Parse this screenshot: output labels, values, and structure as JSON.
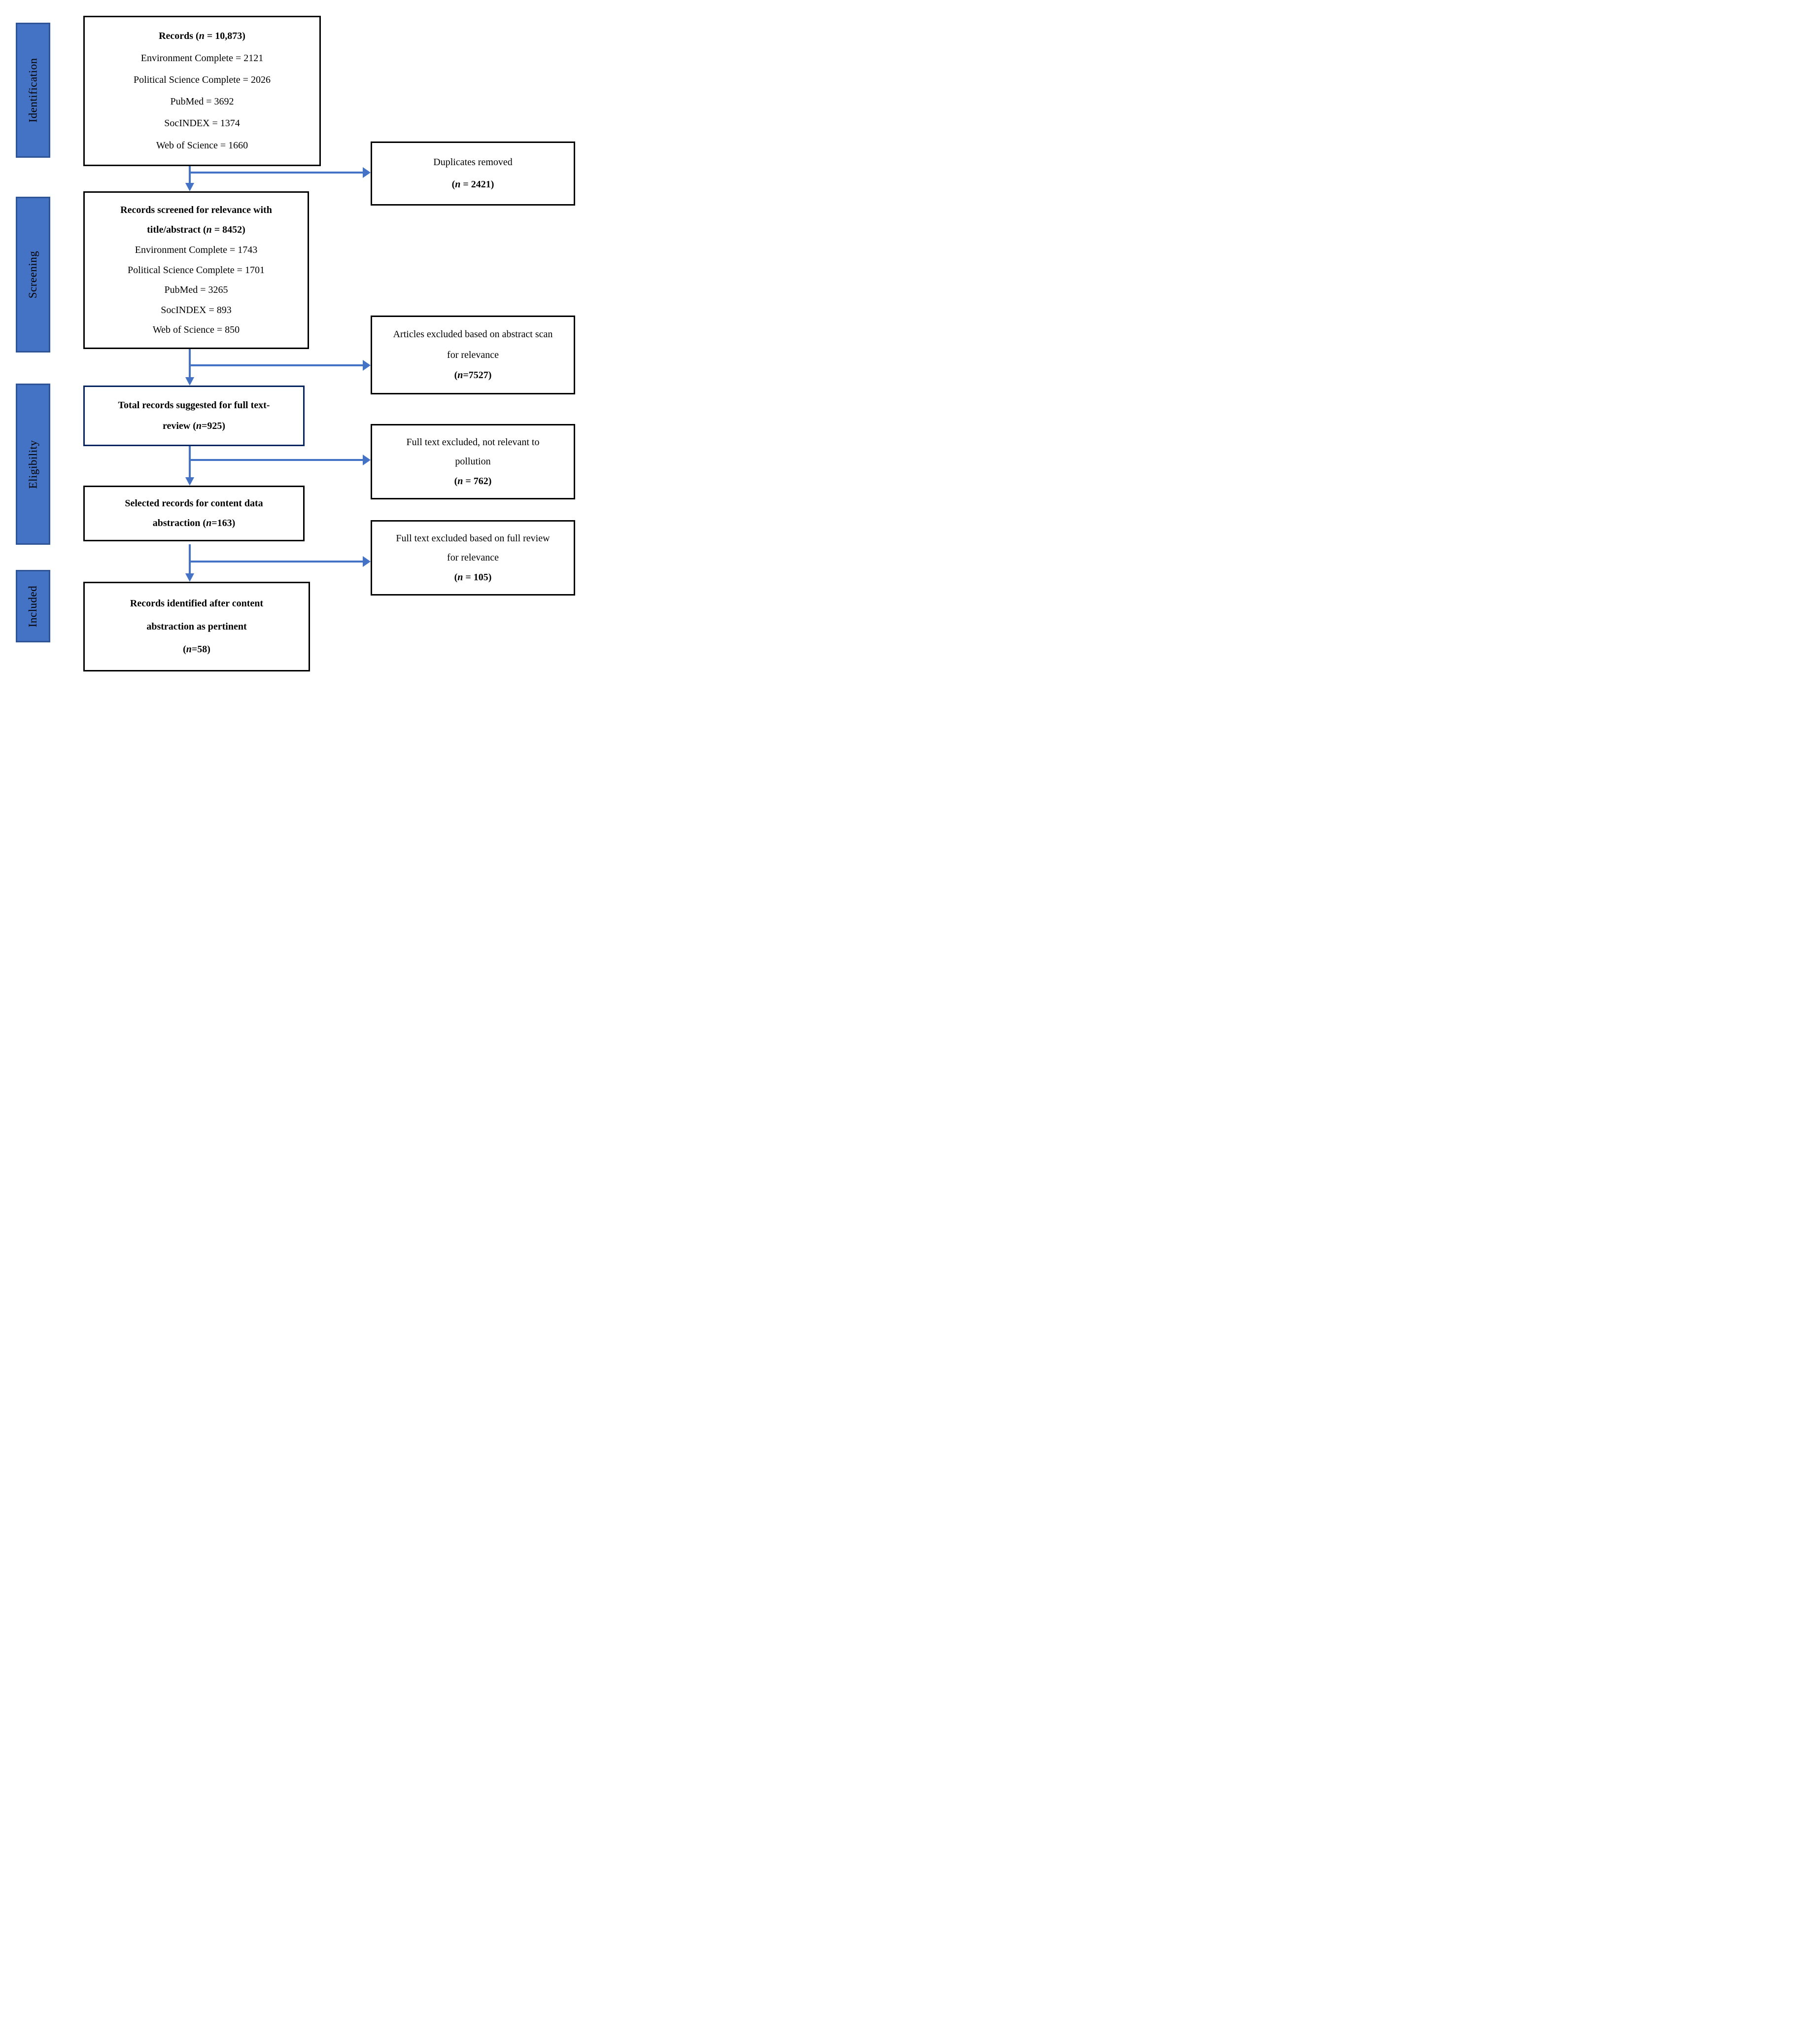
{
  "stages": [
    {
      "label": "Identification"
    },
    {
      "label": "Screening"
    },
    {
      "label": "Eligibility"
    },
    {
      "label": "Included"
    }
  ],
  "main_boxes": {
    "records": {
      "title_parts": [
        "Records (",
        "n",
        " = 10,873)"
      ],
      "sources": [
        "Environment Complete = 2121",
        "Political Science Complete = 2026",
        "PubMed = 3692",
        "SocINDEX = 1374",
        "Web of Science = 1660"
      ]
    },
    "screened": {
      "title_line1": "Records screened for relevance with",
      "title_line2_parts": [
        "title/abstract (",
        "n",
        " = 8452)"
      ],
      "sources": [
        "Environment Complete = 1743",
        "Political Science Complete = 1701",
        "PubMed = 3265",
        "SocINDEX = 893",
        "Web of Science = 850"
      ]
    },
    "full_text_review": {
      "line1": "Total records suggested for full text-",
      "line2_parts": [
        "review (",
        "n",
        "=925)"
      ]
    },
    "content_abstraction": {
      "line1": "Selected records for content data",
      "line2_parts": [
        "abstraction (",
        "n",
        "=163)"
      ]
    },
    "pertinent": {
      "line1": "Records identified after content",
      "line2": "abstraction as pertinent",
      "line3_parts": [
        "(",
        "n",
        "=58)"
      ]
    }
  },
  "exclusion_boxes": {
    "duplicates": {
      "line1": "Duplicates removed",
      "n_parts": [
        "(",
        "n",
        " = 2421)"
      ]
    },
    "abstract_scan": {
      "line1": "Articles excluded based on abstract scan",
      "line2": "for relevance",
      "n_parts": [
        "(",
        "n",
        "=7527)"
      ]
    },
    "not_relevant": {
      "line1": "Full text excluded, not relevant to",
      "line2": "pollution",
      "n_parts": [
        "(",
        "n",
        " = 762)"
      ]
    },
    "full_review": {
      "line1": "Full text excluded based on full review",
      "line2": "for relevance",
      "n_parts": [
        "(",
        "n",
        " = 105)"
      ]
    }
  },
  "colors": {
    "arrow": "#4472C4",
    "stage_fill": "#4472C4",
    "stage_border": "#2F5496",
    "box_border": "#000000",
    "highlight_box_border": "#05235F"
  }
}
